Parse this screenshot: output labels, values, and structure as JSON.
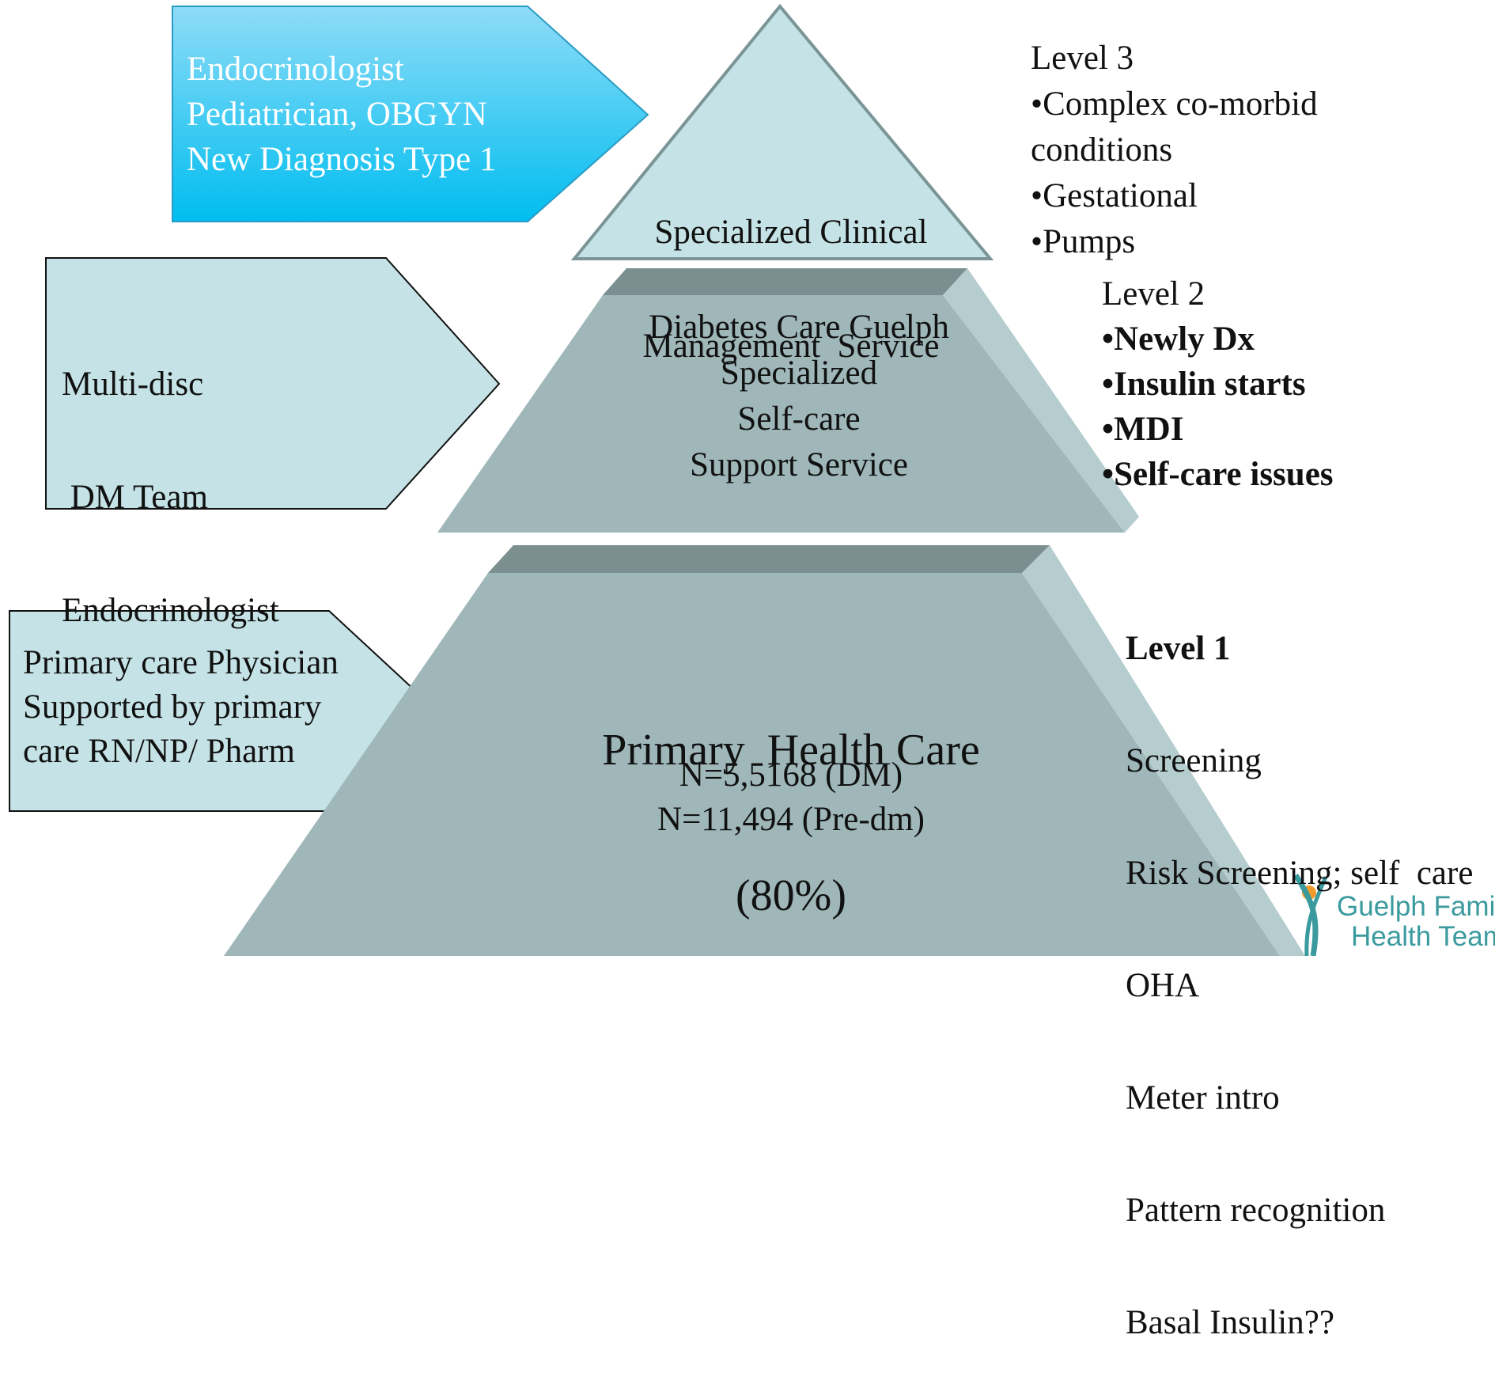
{
  "colors": {
    "arrow3_fill_top": "#8fdcf7",
    "arrow3_fill_bottom": "#00bdf0",
    "pale_fill": "#c5e3e6",
    "tier_fill": "#9fb7b9",
    "tier_top_band": "#7b8e90",
    "tier_side": "#b6cdcf",
    "logo_teal": "#3a9a9e",
    "logo_orange": "#f39b2a"
  },
  "arrows": {
    "level3": [
      "Endocrinologist",
      "Pediatrician, OBGYN",
      "New Diagnosis Type 1"
    ],
    "level2": [
      "Multi-disc",
      " DM Team",
      "Endocrinologist"
    ],
    "level1": [
      "Primary care Physician",
      "Supported by primary",
      "care RN/NP/ Pharm"
    ]
  },
  "pyramid": {
    "tier3": [
      "Specialized Clinical",
      "Management  Service"
    ],
    "tier2": [
      "Diabetes Care Guelph",
      "Specialized",
      "Self-care",
      "Support Service"
    ],
    "tier1": {
      "title": "Primary  Health Care",
      "percent": "(80%)",
      "n_dm": "N=5,5168 (DM)",
      "n_predm": "N=11,494 (Pre-dm)"
    }
  },
  "levels": {
    "level3": {
      "heading": "Level 3",
      "items": [
        "Complex co-morbid",
        "conditions",
        "Gestational",
        "Pumps"
      ]
    },
    "level2": {
      "heading": "Level 2",
      "items": [
        "Newly Dx",
        "Insulin starts",
        "MDI",
        "Self-care issues"
      ]
    },
    "level1": {
      "heading": "Level 1",
      "items": [
        "Screening",
        "Risk Screening; self  care",
        "OHA",
        "Meter intro",
        "Pattern recognition",
        "Basal Insulin??"
      ]
    }
  },
  "logo": {
    "line1": "Guelph Family",
    "line2": "Health Team"
  }
}
